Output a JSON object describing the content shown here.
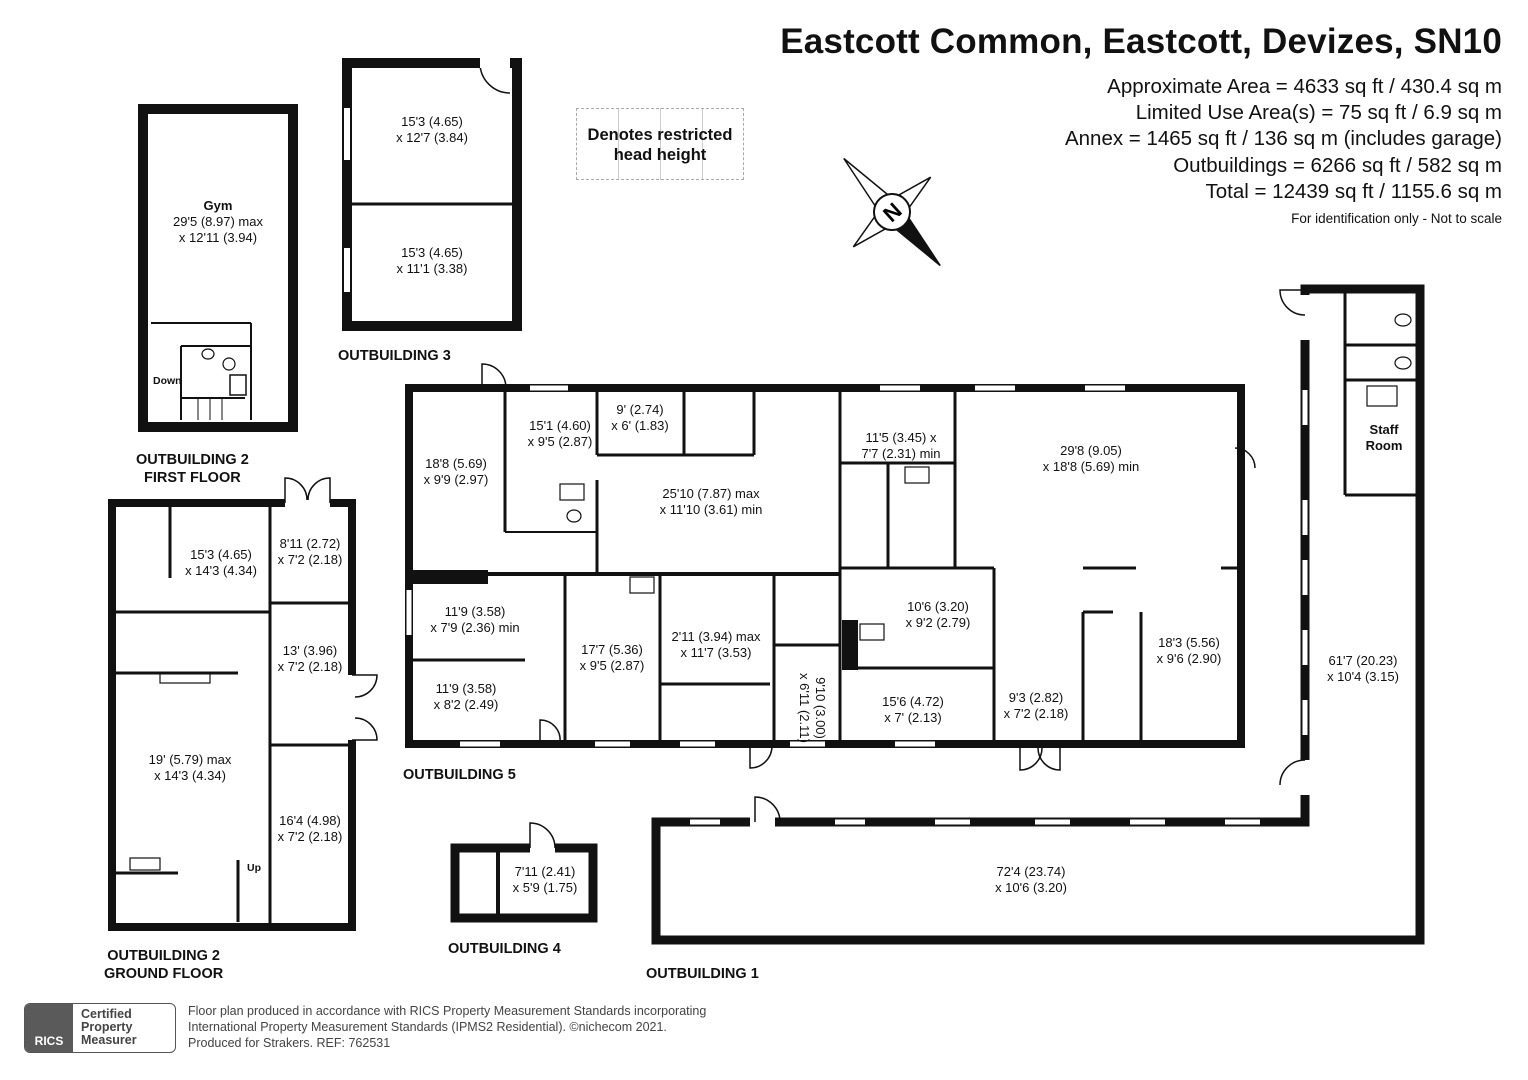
{
  "header": {
    "title": "Eastcott Common, Eastcott, Devizes, SN10",
    "areas": [
      "Approximate Area = 4633 sq ft / 430.4 sq m",
      "Limited Use Area(s) = 75 sq ft / 6.9 sq m",
      "Annex = 1465 sq ft / 136 sq m (includes garage)",
      "Outbuildings = 6266 sq ft / 582 sq m",
      "Total = 12439 sq ft / 1155.6 sq m"
    ],
    "note": "For identification only - Not to scale"
  },
  "legend": {
    "line1": "Denotes restricted",
    "line2": "head height"
  },
  "compass": {
    "letter": "N"
  },
  "buildings": {
    "outbuilding_2_first": {
      "line1": "OUTBUILDING 2",
      "line2": "FIRST FLOOR"
    },
    "outbuilding_2_ground": {
      "line1": "OUTBUILDING 2",
      "line2": "GROUND FLOOR"
    },
    "outbuilding_3": "OUTBUILDING 3",
    "outbuilding_4": "OUTBUILDING 4",
    "outbuilding_5": "OUTBUILDING 5",
    "outbuilding_1": "OUTBUILDING 1"
  },
  "stairs": {
    "down": "Down",
    "up": "Up"
  },
  "rooms": {
    "gym": {
      "name": "Gym",
      "l1": "29'5 (8.97) max",
      "l2": "x 12'11 (3.94)"
    },
    "ob3_top": {
      "l1": "15'3 (4.65)",
      "l2": "x 12'7 (3.84)"
    },
    "ob3_bottom": {
      "l1": "15'3 (4.65)",
      "l2": "x 11'1 (3.38)"
    },
    "ob2_r1": {
      "l1": "15'3 (4.65)",
      "l2": "x 14'3 (4.34)"
    },
    "ob2_r2": {
      "l1": "8'11 (2.72)",
      "l2": "x 7'2 (2.18)"
    },
    "ob2_r3": {
      "l1": "13' (3.96)",
      "l2": "x 7'2 (2.18)"
    },
    "ob2_r4": {
      "l1": "19' (5.79) max",
      "l2": "x 14'3 (4.34)"
    },
    "ob2_r5": {
      "l1": "16'4 (4.98)",
      "l2": "x 7'2 (2.18)"
    },
    "ob4": {
      "l1": "7'11 (2.41)",
      "l2": "x 5'9 (1.75)"
    },
    "ob5_a": {
      "l1": "18'8 (5.69)",
      "l2": "x 9'9 (2.97)"
    },
    "ob5_b": {
      "l1": "15'1 (4.60)",
      "l2": "x 9'5 (2.87)"
    },
    "ob5_c": {
      "l1": "9' (2.74)",
      "l2": "x 6' (1.83)"
    },
    "ob5_d": {
      "l1": "25'10 (7.87) max",
      "l2": "x 11'10 (3.61) min"
    },
    "ob5_e": {
      "l1": "11'5 (3.45) x",
      "l2": "7'7 (2.31) min"
    },
    "ob5_f": {
      "l1": "29'8 (9.05)",
      "l2": "x 18'8 (5.69) min"
    },
    "ob5_g": {
      "l1": "11'9 (3.58)",
      "l2": "x 7'9 (2.36) min"
    },
    "ob5_h": {
      "l1": "11'9 (3.58)",
      "l2": "x 8'2 (2.49)"
    },
    "ob5_i": {
      "l1": "17'7 (5.36)",
      "l2": "x 9'5 (2.87)"
    },
    "ob5_j": {
      "l1": "2'11 (3.94) max",
      "l2": "x  11'7 (3.53)"
    },
    "ob5_k": {
      "l1": "9'10 (3.00)",
      "l2": "x 6'11 (2.11)"
    },
    "ob5_l": {
      "l1": "10'6 (3.20)",
      "l2": "x 9'2 (2.79)"
    },
    "ob5_m": {
      "l1": "15'6 (4.72)",
      "l2": "x 7' (2.13)"
    },
    "ob5_n": {
      "l1": "9'3 (2.82)",
      "l2": "x 7'2 (2.18)"
    },
    "ob5_o": {
      "l1": "18'3 (5.56)",
      "l2": "x 9'6 (2.90)"
    },
    "staff": {
      "l1": "Staff",
      "l2": "Room"
    },
    "ob1_side": {
      "l1": "61'7 (20.23)",
      "l2": "x 10'4 (3.15)"
    },
    "ob1_main": {
      "l1": "72'4 (23.74)",
      "l2": "x 10'6 (3.20)"
    }
  },
  "footer": {
    "badge_mark": "RICS",
    "badge_l1": "Certified",
    "badge_l2": "Property",
    "badge_l3": "Measurer",
    "line1": "Floor plan produced in accordance with RICS Property Measurement Standards incorporating",
    "line2": "International Property Measurement Standards (IPMS2 Residential).  ©n​ichecom 2021.",
    "line3": "Produced for Strakers.   REF:  762531"
  }
}
